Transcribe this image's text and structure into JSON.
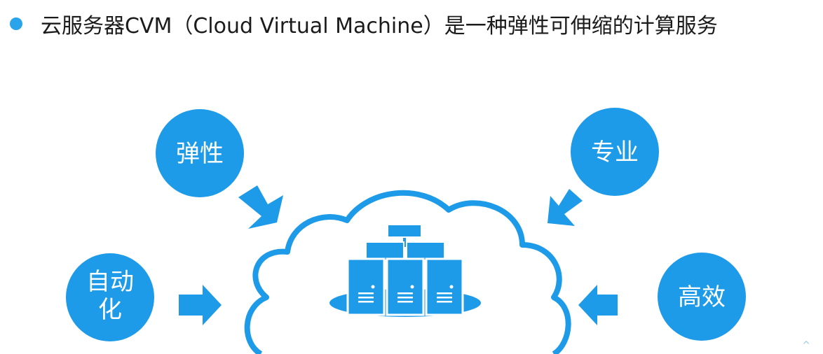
{
  "headline": {
    "text": "云服务器CVM（Cloud Virtual Machine）是一种弹性可伸缩的计算服务"
  },
  "nodes": {
    "elastic": "弹性",
    "professional": "专业",
    "automation_line1": "自动",
    "automation_line2": "化",
    "efficient": "高效"
  },
  "icons": {
    "bullet": "bullet-dot-icon",
    "cloud": "cloud-icon",
    "servers": "server-stack-icon",
    "arrows": "arrow-icon"
  },
  "colors": {
    "accent": "#1e9be8",
    "bullet": "#29a3ea",
    "cloud_outline": "#1e9be8",
    "text": "#1b1b1b"
  }
}
